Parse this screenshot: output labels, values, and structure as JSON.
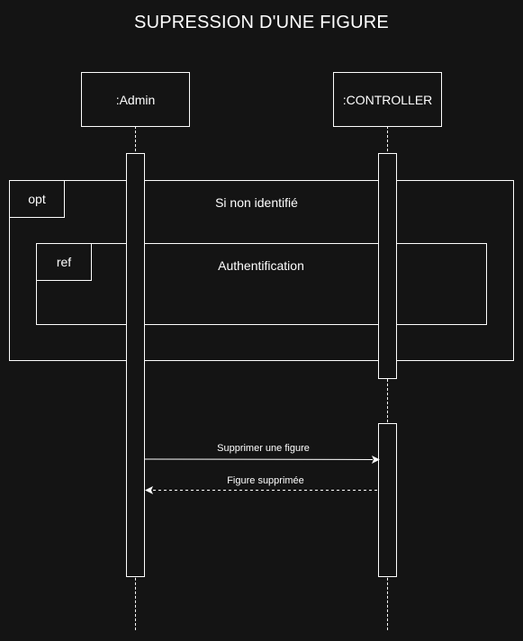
{
  "diagram": {
    "title": "SUPRESSION D'UNE FIGURE",
    "participants": [
      {
        "label": ":Admin"
      },
      {
        "label": ":CONTROLLER"
      }
    ],
    "fragments": {
      "opt": {
        "operator": "opt",
        "guard": "Si non identifié"
      },
      "ref": {
        "operator": "ref",
        "label": "Authentification"
      }
    },
    "messages": [
      {
        "label": "Supprimer une figure",
        "type": "synchronous",
        "from": ":Admin",
        "to": ":CONTROLLER"
      },
      {
        "label": "Figure supprimée",
        "type": "return",
        "from": ":CONTROLLER",
        "to": ":Admin"
      }
    ],
    "colors": {
      "background": "#141414",
      "stroke": "#ffffff",
      "text": "#ffffff"
    }
  }
}
